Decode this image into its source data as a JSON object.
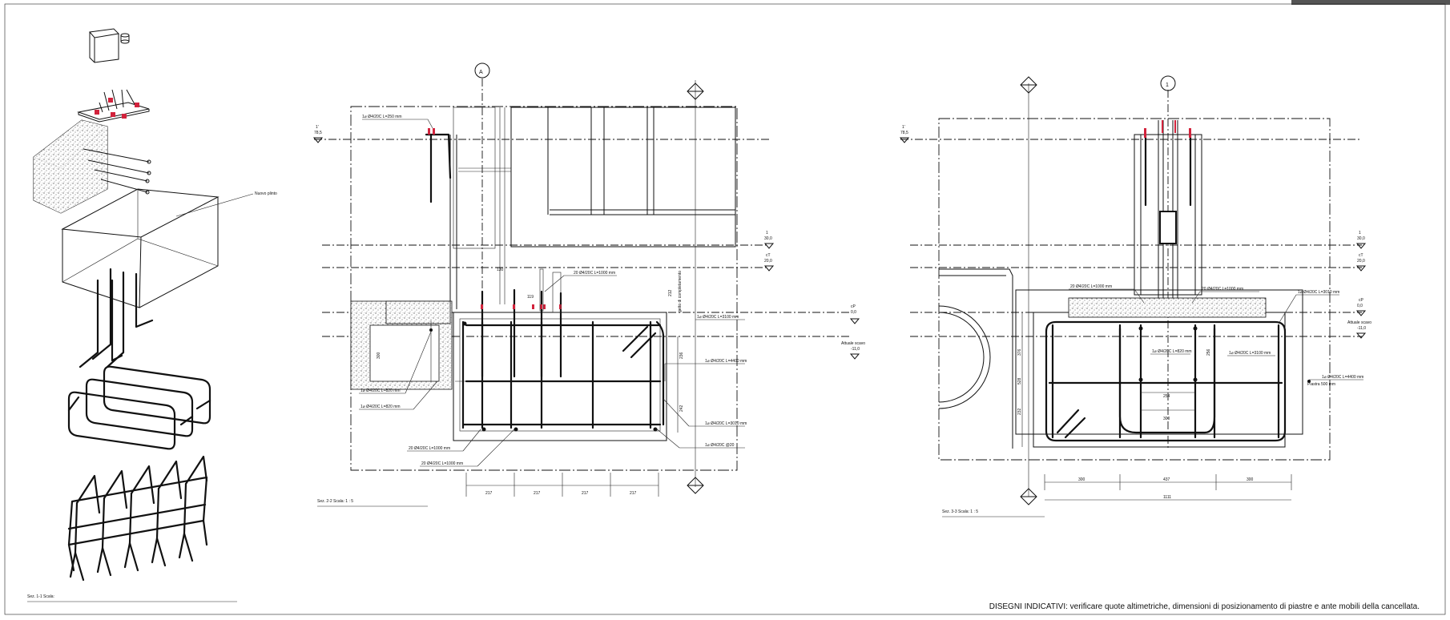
{
  "sheet": {
    "note": "DISEGNI INDICATIVI: verificare quote altimetriche, dimensioni di posizionamento di piastre e ante mobili della cancellata."
  },
  "view1": {
    "title": "Sez. 1-1    Scala:",
    "callout": "Nuovo plinto"
  },
  "view2": {
    "title": "Sez. 2-2    Scala: 1 : 5",
    "axis_label": "A",
    "levels": [
      {
        "name": "1'",
        "value": "78,5"
      },
      {
        "name": "1",
        "value": "30,0"
      },
      {
        "name": "cT",
        "value": "20,0"
      },
      {
        "name": "cP",
        "value": "0,0"
      },
      {
        "name": "Attuale scavo",
        "value": "-11,0"
      }
    ],
    "rebar_labels": [
      "1⌀ Ø4/20C L=250 mm",
      "20 Ø4/20C L=1000 mm",
      "1⌀ Ø4/20C L=3100 mm",
      "1⌀ Ø4/20C L=4400 mm",
      "1⌀ Ø4/20C L=3010 mm",
      "1⌀ Ø4/20C L=820 mm",
      "1⌀ Ø4/20C L=820 mm",
      "20 Ø4/20C L=1000 mm",
      "20 Ø4/20C L=1000 mm",
      "1⌀ Ø4/20C @20"
    ],
    "vertical_note": "getto di completamento",
    "dims": [
      "217",
      "217",
      "217",
      "217"
    ],
    "small_dims": [
      "130",
      "119",
      "236",
      "242",
      "300",
      "212"
    ]
  },
  "view3": {
    "title": "Sez. 3-3    Scala: 1 : 5",
    "axis_label": "1",
    "levels": [
      {
        "name": "1'",
        "value": "78,5"
      },
      {
        "name": "1",
        "value": "30,0"
      },
      {
        "name": "cT",
        "value": "20,0"
      },
      {
        "name": "cP",
        "value": "0,0"
      },
      {
        "name": "Attuale scavo",
        "value": "-11,0"
      }
    ],
    "rebar_labels": [
      "20 Ø4/20C L=1000 mm",
      "20 Ø4/20C L=1000 mm",
      "1⌀ Ø4/20C L=3010 mm",
      "1⌀ Ø4/20C L=820 mm",
      "1⌀ Ø4/20C L=3100 mm",
      "1⌀ Ø4/20C L=4400 mm",
      "Piastra 500 mm"
    ],
    "dims": [
      "300",
      "437",
      "300",
      "1111",
      "254",
      "300",
      "376",
      "528",
      "232",
      "256"
    ]
  }
}
